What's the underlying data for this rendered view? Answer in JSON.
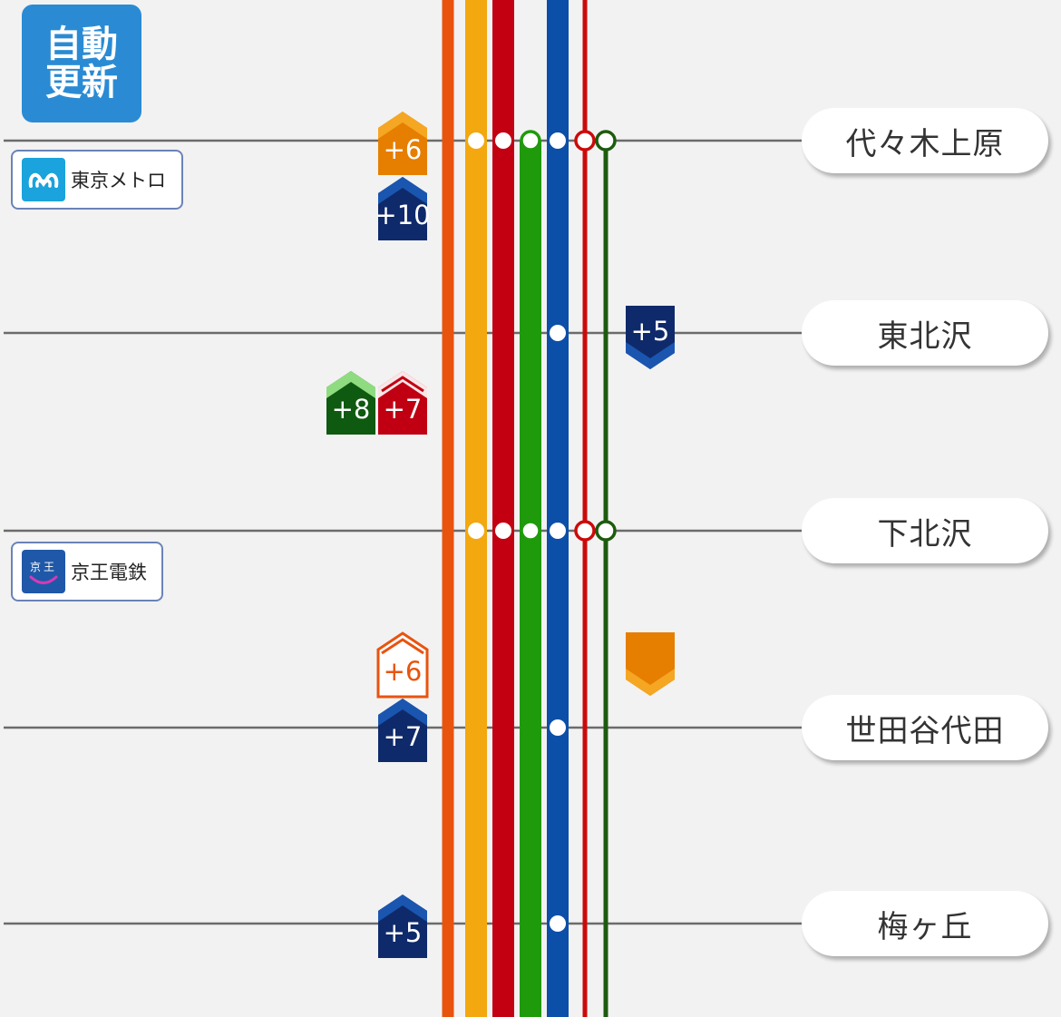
{
  "auto_update_label": "自動\n更新",
  "colors": {
    "background": "#f2f2f2",
    "station_line": "#6b6b6b",
    "auto_update_button": "#2a8bd4",
    "odakyu_orange": "#e8540e",
    "yellow_line": "#f2a80e",
    "red_line": "#c30012",
    "green_line": "#1f9a0b",
    "blue_line": "#0b4fa8",
    "thin_red_line": "#cc0a0a",
    "thin_green_line": "#1d5b0e",
    "navy_train": "#0f2a6b",
    "dark_green_train": "#0e5a10"
  },
  "operators": [
    {
      "name": "東京メトロ",
      "logo": "tokyo-metro-logo"
    },
    {
      "name": "京王電鉄",
      "logo": "keio-logo",
      "logo_text": "京王"
    }
  ],
  "stations": [
    "代々木上原",
    "東北沢",
    "下北沢",
    "世田谷代田",
    "梅ヶ丘"
  ],
  "trains": [
    {
      "label": "+6",
      "direction": "up",
      "style": "filled",
      "color": "#e67e00",
      "accent": "#f5a623",
      "station": "代々木上原",
      "side": "left"
    },
    {
      "label": "+10",
      "direction": "up",
      "style": "filled",
      "color": "#0f2a6b",
      "accent": "#1a56b0",
      "station": "代々木上原",
      "side": "left"
    },
    {
      "label": "+5",
      "direction": "down",
      "style": "filled",
      "color": "#0f2a6b",
      "accent": "#1a56b0",
      "station": "東北沢",
      "side": "right"
    },
    {
      "label": "+8",
      "direction": "up",
      "style": "filled",
      "color": "#0e5a10",
      "accent": "#8fdc80",
      "station": "東北沢〜下北沢",
      "side": "left"
    },
    {
      "label": "+7",
      "direction": "up",
      "style": "filled",
      "color": "#c00012",
      "accent": "#ffffff",
      "station": "東北沢〜下北沢",
      "side": "left"
    },
    {
      "label": "",
      "direction": "down",
      "style": "filled",
      "color": "#e67e00",
      "accent": "#f5a623",
      "station": "下北沢〜世田谷代田",
      "side": "right"
    },
    {
      "label": "+6",
      "direction": "up",
      "style": "outline",
      "color": "#e8540e",
      "accent": "#e8540e",
      "station": "下北沢〜世田谷代田",
      "side": "left"
    },
    {
      "label": "+7",
      "direction": "up",
      "style": "filled",
      "color": "#0f2a6b",
      "accent": "#1a56b0",
      "station": "世田谷代田",
      "side": "left"
    },
    {
      "label": "+5",
      "direction": "up",
      "style": "filled",
      "color": "#0f2a6b",
      "accent": "#1a56b0",
      "station": "梅ヶ丘",
      "side": "left"
    }
  ]
}
